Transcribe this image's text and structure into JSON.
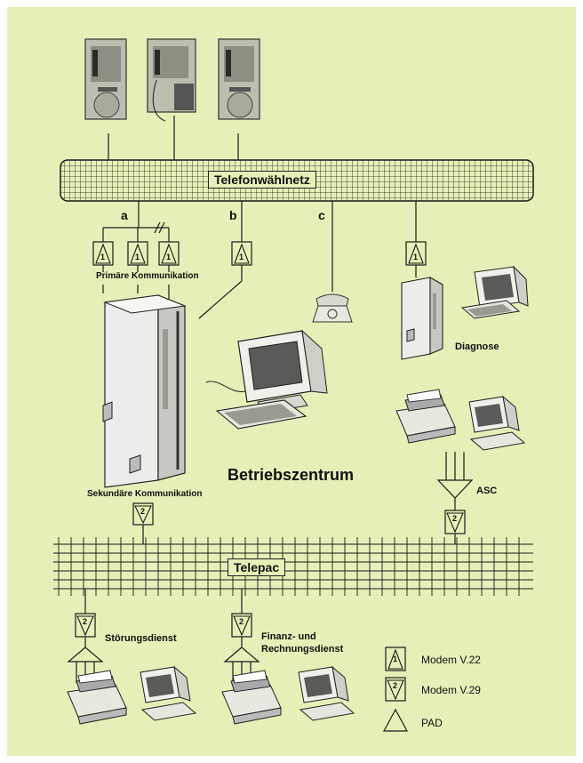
{
  "networks": {
    "telephone": "Telefonwählnetz",
    "packet": "Telepac"
  },
  "line_labels": {
    "a": "a",
    "b": "b",
    "c": "c"
  },
  "labels": {
    "primary": "Primäre Kommunikation",
    "secondary": "Sekundäre Kommunikation",
    "operations_center": "Betriebszentrum",
    "diagnosis": "Diagnose",
    "asc": "ASC",
    "fault_service": "Störungsdienst",
    "finance_line1": "Finanz- und",
    "finance_line2": "Rechnungsdienst"
  },
  "modem_numbers": {
    "v22": "1",
    "v29": "2"
  },
  "legend": [
    {
      "symbol": "modem-1",
      "text": "Modem V.22"
    },
    {
      "symbol": "modem-2",
      "text": "Modem V.29"
    },
    {
      "symbol": "pad",
      "text": "PAD"
    }
  ],
  "colors": {
    "background": "#e5efb7",
    "ink": "#1a1a1a"
  }
}
